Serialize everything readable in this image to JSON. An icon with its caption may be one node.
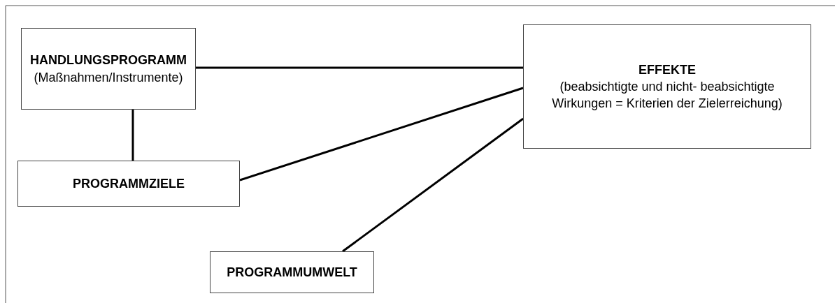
{
  "diagram": {
    "nodes": [
      {
        "text": [
          "HANDLUNGSPROGRAMM",
          "(Maßnahmen/Instrumente)"
        ]
      },
      {
        "text": [
          "EFFEKTE",
          "(beabsichtigte und nicht- beabsichtigte Wirkungen = Kriterien der Zielerreichung)"
        ]
      },
      {
        "text": [
          "PROGRAMMZIELE"
        ]
      },
      {
        "text": [
          "PROGRAMMUMWELT"
        ]
      }
    ],
    "edges": [
      {
        "from": 0,
        "to": 1,
        "arrow": "none"
      },
      {
        "from": 0,
        "to": 2,
        "arrow": "none"
      },
      {
        "from": 2,
        "to": 1,
        "arrow": "none"
      },
      {
        "from": 3,
        "to": 1,
        "arrow": "none"
      }
    ]
  }
}
